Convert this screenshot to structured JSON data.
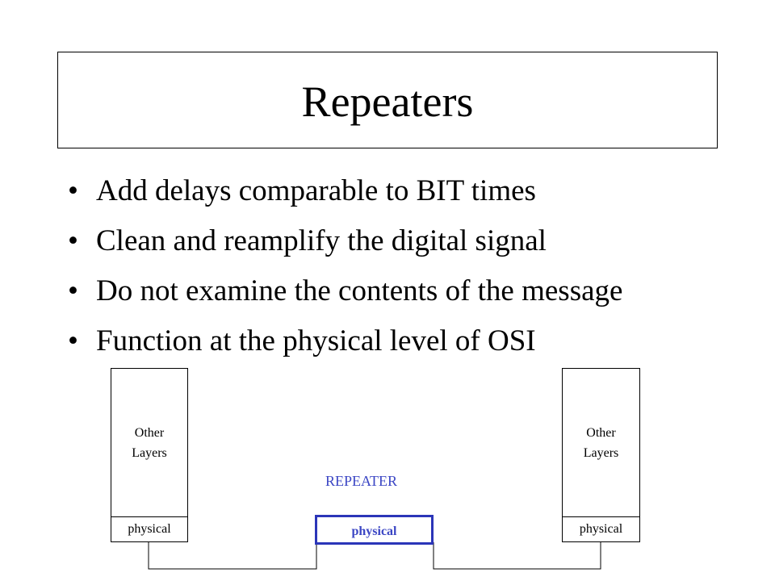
{
  "slide": {
    "title": "Repeaters",
    "bullet_symbol": "•",
    "bullets": [
      "Add delays comparable to BIT times",
      "Clean and reamplify the digital signal",
      "Do not examine the contents of the message",
      "Function at the physical level of OSI"
    ]
  },
  "diagram": {
    "left_stack": {
      "upper_line1": "Other",
      "upper_line2": "Layers",
      "lower": "physical"
    },
    "right_stack": {
      "upper_line1": "Other",
      "upper_line2": "Layers",
      "lower": "physical"
    },
    "repeater": {
      "label": "REPEATER",
      "layer": "physical",
      "color": "#3b46c4"
    }
  }
}
